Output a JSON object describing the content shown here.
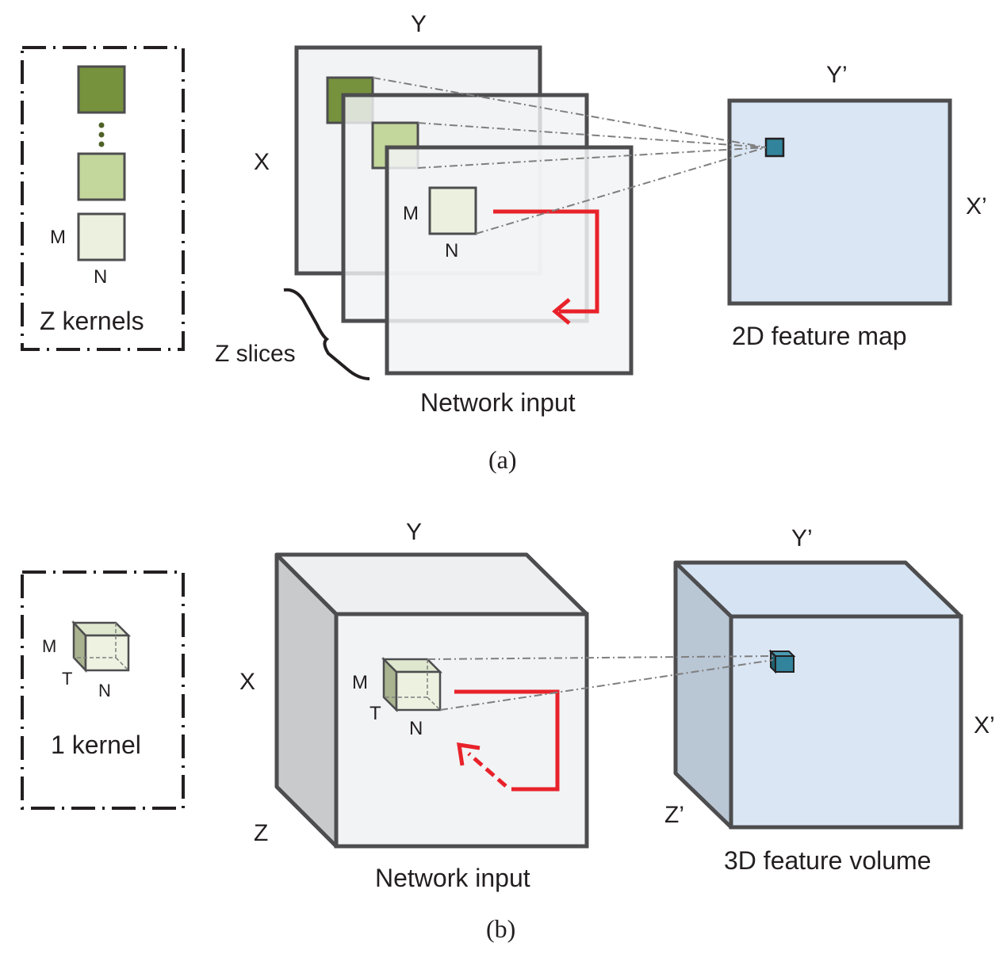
{
  "panel_a": {
    "kernel_box": {
      "label": "Z kernels",
      "kernel_dim_m": "M",
      "kernel_dim_n": "N",
      "kernel_colors": [
        "#76923c",
        "#c3d69b",
        "#ebf1de"
      ]
    },
    "input": {
      "dim_y": "Y",
      "dim_x": "X",
      "slices_label": "Z slices",
      "caption": "Network input",
      "kernel_dim_m": "M",
      "kernel_dim_n": "N"
    },
    "output": {
      "dim_y": "Y’",
      "dim_x": "X’",
      "caption": "2D feature map",
      "fill": "#dae6f4",
      "pixel_color": "#31849b"
    },
    "subcaption": "(a)"
  },
  "panel_b": {
    "kernel_box": {
      "label": "1 kernel",
      "kernel_dim_m": "M",
      "kernel_dim_t": "T",
      "kernel_dim_n": "N"
    },
    "input": {
      "dim_y": "Y",
      "dim_x": "X",
      "dim_z": "Z",
      "caption": "Network input",
      "kernel_dim_m": "M",
      "kernel_dim_t": "T",
      "kernel_dim_n": "N"
    },
    "output": {
      "dim_y": "Y’",
      "dim_x": "X’",
      "dim_z": "Z’",
      "caption": "3D feature volume",
      "pixel_color": "#31849b"
    },
    "subcaption": "(b)"
  },
  "colors": {
    "stroke": "#4d4d4f",
    "arrow": "#e8222a",
    "slice_fill": "#f2f3f5",
    "volume_side": "#c8cacc",
    "output_side": "#b9c6d4"
  }
}
